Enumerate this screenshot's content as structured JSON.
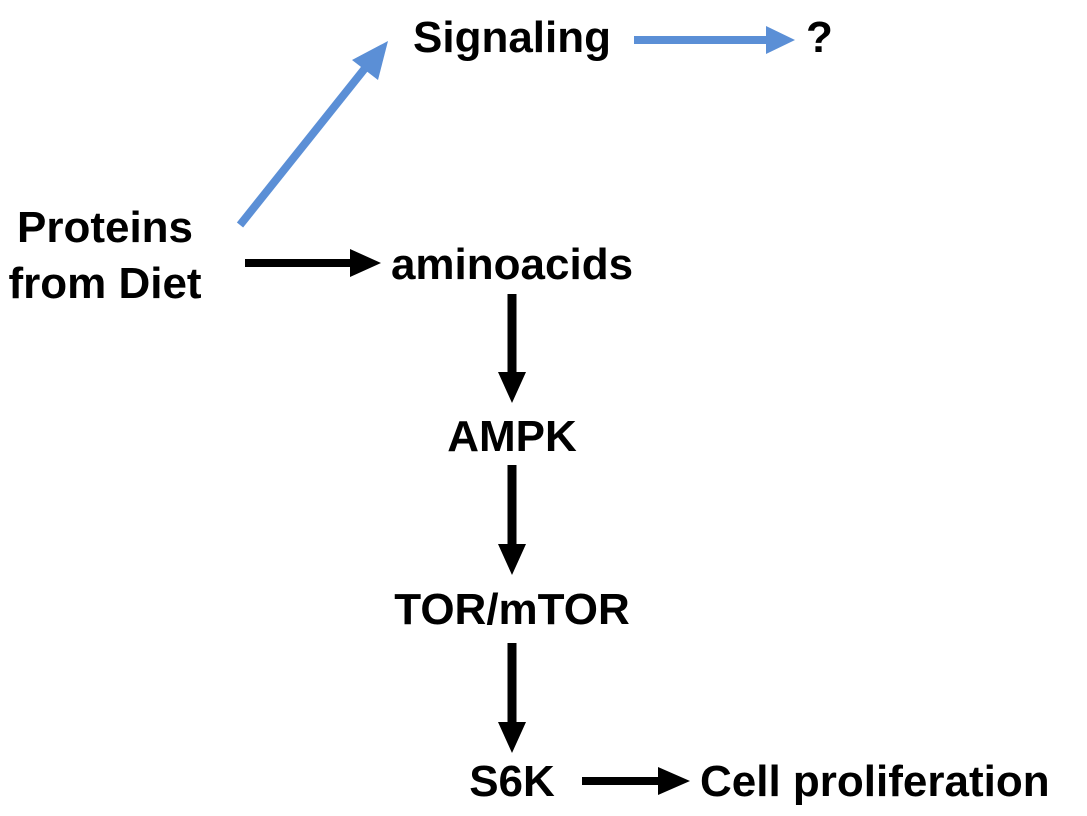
{
  "nodes": {
    "proteins": {
      "line1": "Proteins",
      "line2": "from Diet"
    },
    "signaling": "Signaling",
    "unknown": "?",
    "aminoacids": "aminoacids",
    "ampk": "AMPK",
    "tor": "TOR/mTOR",
    "s6k": "S6K",
    "proliferation": "Cell proliferation"
  },
  "colors": {
    "text": "#000000",
    "black_arrow": "#000000",
    "blue_arrow": "#5b8fd6"
  }
}
